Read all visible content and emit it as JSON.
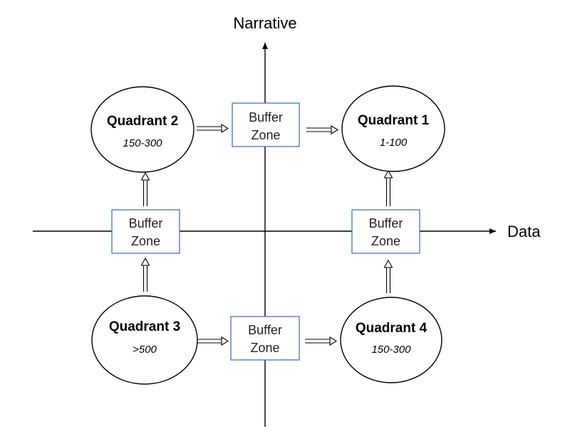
{
  "axes": {
    "y_label": "Narrative",
    "x_label": "Data"
  },
  "quadrants": {
    "q1": {
      "title": "Quadrant 1",
      "range": "1-100"
    },
    "q2": {
      "title": "Quadrant 2",
      "range": "150-300"
    },
    "q3": {
      "title": "Quadrant 3",
      "range": ">500"
    },
    "q4": {
      "title": "Quadrant 4",
      "range": "150-300"
    }
  },
  "buffers": {
    "top": {
      "line1": "Buffer",
      "line2": "Zone"
    },
    "left": {
      "line1": "Buffer",
      "line2": "Zone"
    },
    "right": {
      "line1": "Buffer",
      "line2": "Zone"
    },
    "bottom": {
      "line1": "Buffer",
      "line2": "Zone"
    }
  },
  "colors": {
    "buffer_border": "#4a72b8",
    "stroke": "#000000"
  }
}
